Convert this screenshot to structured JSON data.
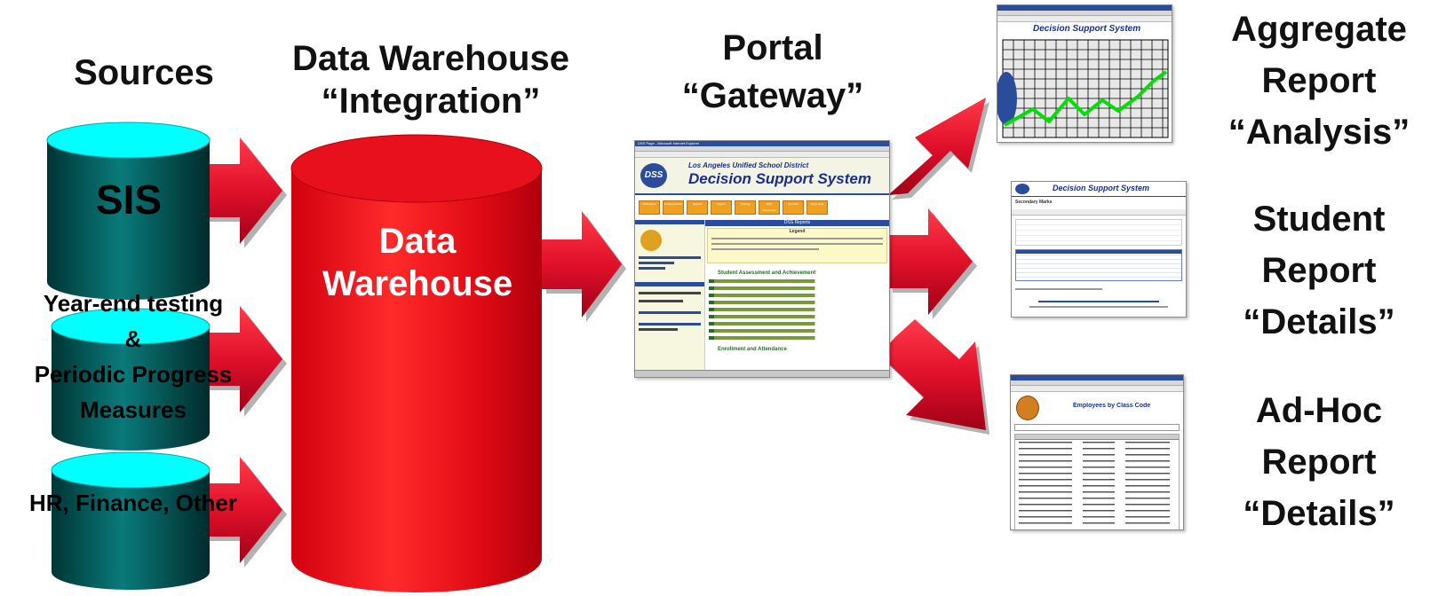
{
  "headings": {
    "sources": "Sources",
    "warehouse_line1": "Data Warehouse",
    "warehouse_line2": "“Integration”",
    "portal_line1": "Portal",
    "portal_line2": "“Gateway”"
  },
  "sources": {
    "sis": "SIS",
    "testing_line1": "Year-end testing",
    "testing_line2": "&",
    "testing_line3": "Periodic Progress",
    "testing_line4": "Measures",
    "hr_line1": "HR, Finance, Other"
  },
  "warehouse": {
    "line1": "Data",
    "line2": "Warehouse"
  },
  "portal_screen": {
    "title_bar": "DSS Page - Microsoft Internet Explorer",
    "district": "Los Angeles Unified School District",
    "system": "Decision Support System",
    "logo": "DSS",
    "nav_tabs": [
      "DSS Home",
      "Getting Started",
      "Reports",
      "Search",
      "Training",
      "DSS Documents",
      "My DSS",
      "News Help"
    ],
    "legend_header": "DSS Reports",
    "legend_label": "Legend",
    "section1": "Student Assessment and Achievement",
    "section2": "Enrollment and Attendance"
  },
  "outputs": {
    "aggregate": {
      "line1": "Aggregate",
      "line2": "Report",
      "line3": "“Analysis”",
      "thumb_title": "Decision Support System"
    },
    "student": {
      "line1": "Student",
      "line2": "Report",
      "line3": "“Details”",
      "thumb_title": "Decision Support System",
      "thumb_sub": "Secondary Marks"
    },
    "adhoc": {
      "line1": "Ad-Hoc",
      "line2": "Report",
      "line3": "“Details”",
      "thumb_title": "Employees by Class Code"
    }
  },
  "colors": {
    "teal_body": "#006060",
    "cyan_top": "#00ffff",
    "red_cylinder": "#e8101c",
    "arrow_red": "#e0102a",
    "chart_line": "#00e000"
  }
}
